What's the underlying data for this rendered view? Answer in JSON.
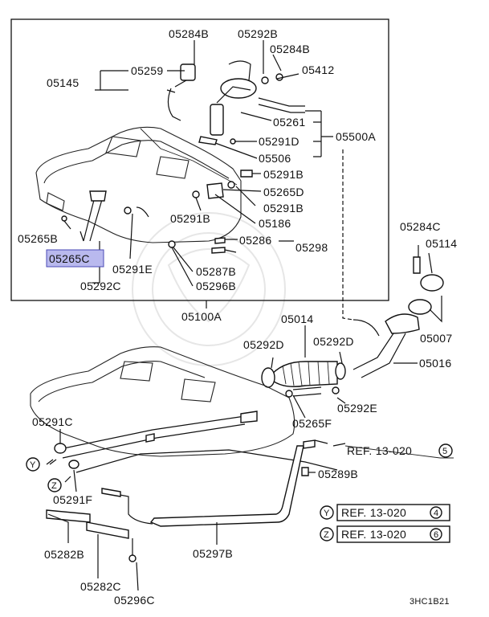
{
  "labels": {
    "p05284B_top": "05284B",
    "p05292B": "05292B",
    "p05284B_mid": "05284B",
    "p05259": "05259",
    "p05412": "05412",
    "p05145": "05145",
    "p05261": "05261",
    "p05291D": "05291D",
    "p05500A": "05500A",
    "p05506": "05506",
    "p05291B_a": "05291B",
    "p05265D": "05265D",
    "p05291B_b": "05291B",
    "p05291B_c": "05291B",
    "p05186": "05186",
    "p05265B": "05265B",
    "p05286": "05286",
    "p05298": "05298",
    "p05265C": "05265C",
    "p05291E": "05291E",
    "p05287B": "05287B",
    "p05292C": "05292C",
    "p05296B": "05296B",
    "p05284C": "05284C",
    "p05114": "05114",
    "p05100A": "05100A",
    "p05014": "05014",
    "p05007": "05007",
    "p05292D_a": "05292D",
    "p05292D_b": "05292D",
    "p05016": "05016",
    "p05292E": "05292E",
    "p05291C": "05291C",
    "p05265F": "05265F",
    "ref13_5": "REF. 13-020",
    "circ5": "5",
    "p05289B": "05289B",
    "markY": "Y",
    "markZ": "Z",
    "p05291F": "05291F",
    "refY_mark": "Y",
    "refY_text": "REF. 13-020",
    "refY_num": "4",
    "refZ_mark": "Z",
    "refZ_text": "REF. 13-020",
    "refZ_num": "6",
    "p05282B": "05282B",
    "p05297B": "05297B",
    "p05282C": "05282C",
    "p05296C": "05296C",
    "code": "3HC1B21"
  },
  "highlight": "05265C",
  "colors": {
    "highlight_fill": "#b9b9ee",
    "highlight_stroke": "#4a4ab5"
  }
}
